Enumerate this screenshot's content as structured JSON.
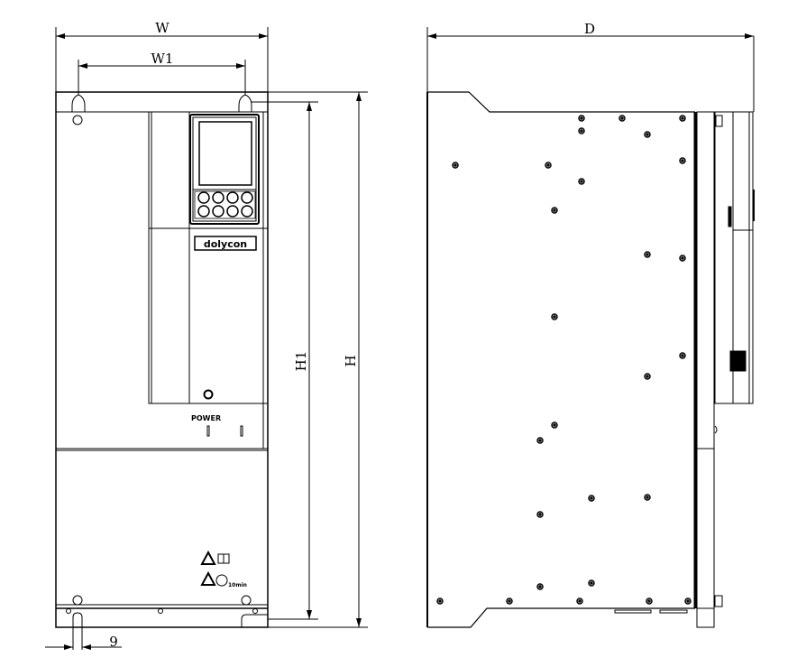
{
  "dimensions": {
    "width": "W",
    "mounting_width": "W1",
    "depth": "D",
    "mounting_height": "H1",
    "height": "H",
    "foot_offset": "9"
  },
  "front_view": {
    "brand_logo": "dolycon",
    "power_label": "POWER",
    "warning_time": "10min",
    "keypad_icons": [
      "esc-icon",
      "up-icon",
      "enter-icon",
      "shift-icon",
      "prog-icon",
      "down-icon",
      "run-icon",
      "stop-icon"
    ]
  },
  "colors": {
    "line": "#000000",
    "background": "#ffffff"
  }
}
